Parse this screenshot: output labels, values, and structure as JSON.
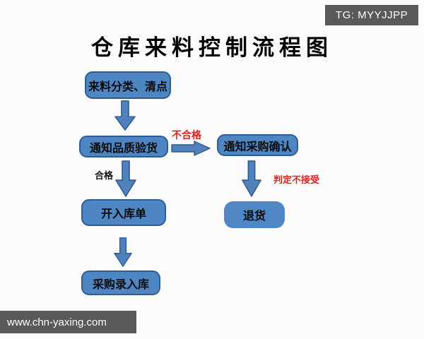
{
  "watermark_top": {
    "label": "TG: MYYJJPP"
  },
  "title": "仓库来料控制流程图",
  "flow": {
    "boxes": [
      {
        "id": "incoming",
        "label": "来料分类、清点"
      },
      {
        "id": "quality",
        "label": "通知品质验货"
      },
      {
        "id": "purchase-confirm",
        "label": "通知采购确认"
      },
      {
        "id": "entry-form",
        "label": "开入库单"
      },
      {
        "id": "return",
        "label": "退货"
      },
      {
        "id": "purchase-record",
        "label": "采购录入库"
      }
    ],
    "edge_labels": [
      {
        "id": "fail",
        "text": "不合格",
        "color": "#e02222"
      },
      {
        "id": "pass",
        "text": "合格",
        "color": "#111111"
      },
      {
        "id": "reject",
        "text": "判定不接受",
        "color": "#e02222"
      }
    ]
  },
  "watermark_bottom": {
    "label": "www.chn-yaxing.com"
  },
  "colors": {
    "box_fill": "#4d86c3",
    "box_border": "#2d5d96",
    "arrow_fill": "#4f81bd",
    "arrow_border": "#2e5b8f",
    "condition_red": "#e02222",
    "badge_bg": "#595959",
    "url_bar_bg": "#58595b",
    "background": "#fbfbfb"
  }
}
